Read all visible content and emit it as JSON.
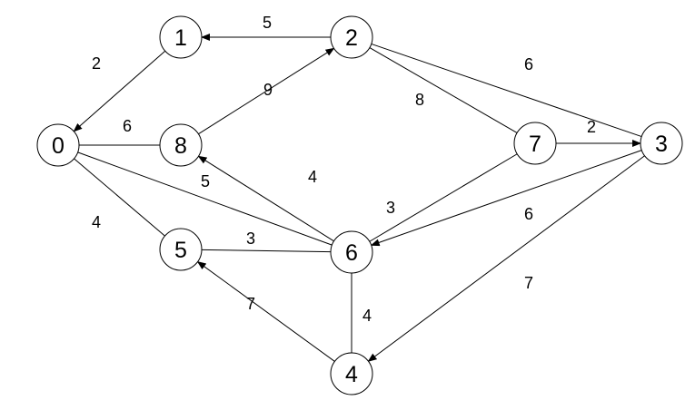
{
  "graph": {
    "nodes": [
      {
        "id": "n0",
        "label": "0"
      },
      {
        "id": "n1",
        "label": "1"
      },
      {
        "id": "n2",
        "label": "2"
      },
      {
        "id": "n3",
        "label": "3"
      },
      {
        "id": "n4",
        "label": "4"
      },
      {
        "id": "n5",
        "label": "5"
      },
      {
        "id": "n6",
        "label": "6"
      },
      {
        "id": "n7",
        "label": "7"
      },
      {
        "id": "n8",
        "label": "8"
      }
    ],
    "edges": [
      {
        "from": "n1",
        "to": "n0",
        "weight": "2",
        "directed": true
      },
      {
        "from": "n2",
        "to": "n1",
        "weight": "5",
        "directed": true
      },
      {
        "from": "n2",
        "to": "n3",
        "weight": "6",
        "directed": false
      },
      {
        "from": "n2",
        "to": "n7",
        "weight": "8",
        "directed": false
      },
      {
        "from": "n8",
        "to": "n2",
        "weight": "9",
        "directed": true
      },
      {
        "from": "n0",
        "to": "n8",
        "weight": "6",
        "directed": false
      },
      {
        "from": "n0",
        "to": "n6",
        "weight": "5",
        "directed": false
      },
      {
        "from": "n0",
        "to": "n5",
        "weight": "4",
        "directed": false
      },
      {
        "from": "n6",
        "to": "n8",
        "weight": "4",
        "directed": true
      },
      {
        "from": "n7",
        "to": "n3",
        "weight": "2",
        "directed": true
      },
      {
        "from": "n7",
        "to": "n6",
        "weight": "3",
        "directed": false
      },
      {
        "from": "n3",
        "to": "n6",
        "weight": "6",
        "directed": true
      },
      {
        "from": "n5",
        "to": "n6",
        "weight": "3",
        "directed": false
      },
      {
        "from": "n3",
        "to": "n4",
        "weight": "7",
        "directed": true
      },
      {
        "from": "n6",
        "to": "n4",
        "weight": "4",
        "directed": false
      },
      {
        "from": "n4",
        "to": "n5",
        "weight": "7",
        "directed": true
      }
    ]
  }
}
